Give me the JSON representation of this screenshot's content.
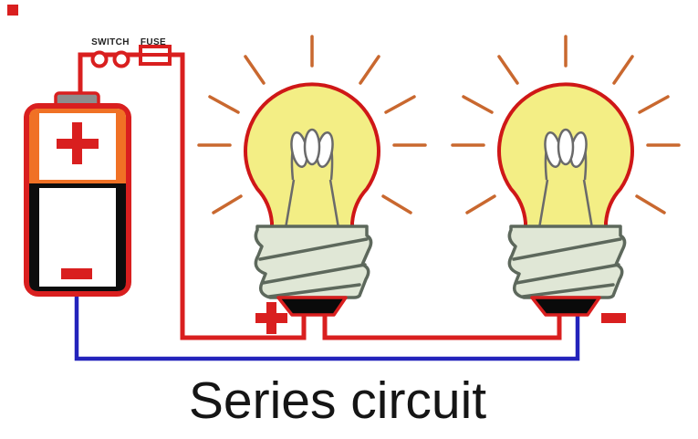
{
  "title": "Series circuit",
  "labels": {
    "switch": "SWITCH",
    "fuse": "FUSE"
  },
  "symbols": {
    "battery_positive": "+",
    "battery_negative": "−",
    "bulb_terminal_positive": "+",
    "bulb_terminal_negative": "−"
  },
  "colors": {
    "wire_red": "#d91f1f",
    "wire_blue": "#2323bb",
    "battery_orange": "#f07125",
    "battery_cap_gray": "#8d8d8d",
    "bulb_yellow": "#f3ee85",
    "bulb_outline_red": "#cf1717",
    "base_green": "#e0e7d6",
    "base_outline": "#5d685c",
    "ray_orange": "#c9682f",
    "text_black": "#151515"
  }
}
